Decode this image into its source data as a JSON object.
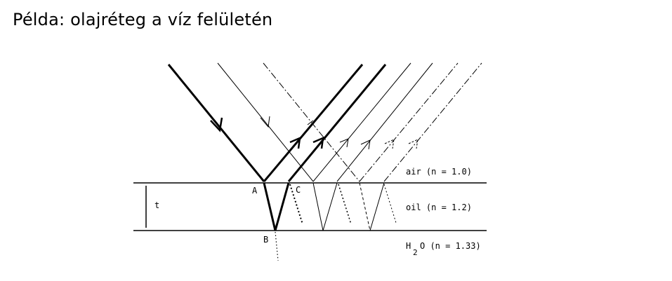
{
  "title": "Példa: olajréteg a víz felületén",
  "labels": {
    "A": "A",
    "B": "B",
    "C": "C",
    "t": "t",
    "air": "air (n = 1.0)",
    "oil": "oil (n = 1.2)",
    "water_H": "H",
    "water_sub": "2",
    "water_rest": "O (n = 1.33)"
  }
}
